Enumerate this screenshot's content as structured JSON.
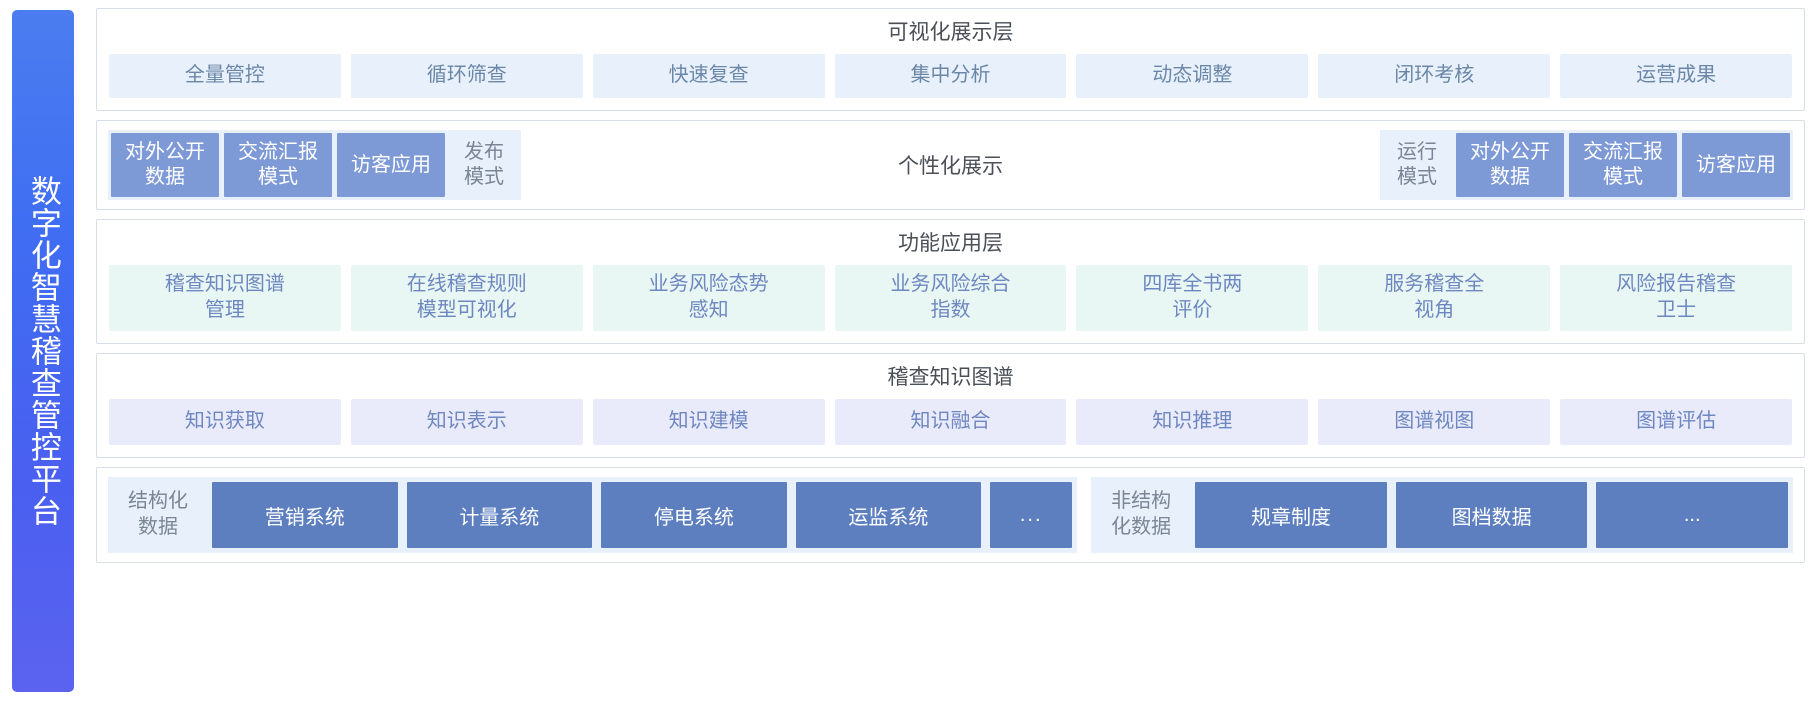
{
  "sidebar": {
    "title": "数字化智慧稽查管控平台",
    "gradient_from": "#4b7df0",
    "gradient_to": "#5b63ef"
  },
  "bands": {
    "visualization": {
      "title": "可视化展示层",
      "chip_bg": "#e8f1fb",
      "chip_text": "#6b87a8",
      "items": [
        "全量管控",
        "循环筛查",
        "快速复查",
        "集中分析",
        "动态调整",
        "闭环考核",
        "运营成果"
      ]
    },
    "modes": {
      "center_label": "个性化展示",
      "solid_bg": "#7e9ad6",
      "group_bg": "#e8f1fb",
      "left_group": [
        {
          "label": "对外公开\n数据",
          "style": "solid"
        },
        {
          "label": "交流汇报\n模式",
          "style": "solid"
        },
        {
          "label": "访客应用",
          "style": "solid"
        },
        {
          "label": "发布\n模式",
          "style": "plain"
        }
      ],
      "right_group": [
        {
          "label": "运行\n模式",
          "style": "plain"
        },
        {
          "label": "对外公开\n数据",
          "style": "solid"
        },
        {
          "label": "交流汇报\n模式",
          "style": "solid"
        },
        {
          "label": "访客应用",
          "style": "solid"
        }
      ]
    },
    "function": {
      "title": "功能应用层",
      "chip_bg": "#e8f7f4",
      "chip_text": "#6f87c0",
      "items": [
        "稽查知识图谱\n管理",
        "在线稽查规则\n模型可视化",
        "业务风险态势\n感知",
        "业务风险综合\n指数",
        "四库全书两\n评价",
        "服务稽查全\n视角",
        "风险报告稽查\n卫士"
      ]
    },
    "knowledge_graph": {
      "title": "稽查知识图谱",
      "chip_bg": "#e9ebfb",
      "chip_text": "#6f87c0",
      "items": [
        "知识获取",
        "知识表示",
        "知识建模",
        "知识融合",
        "知识推理",
        "图谱视图",
        "图谱评估"
      ]
    },
    "data_sources": {
      "chip_bg": "#5d7fc0",
      "group_bg": "#e8f1fb",
      "structured": {
        "label": "结构化\n数据",
        "items": [
          "营销系统",
          "计量系统",
          "停电系统",
          "运监系统",
          "..."
        ]
      },
      "unstructured": {
        "label": "非结构\n化数据",
        "items": [
          "规章制度",
          "图档数据",
          "..."
        ]
      }
    }
  }
}
